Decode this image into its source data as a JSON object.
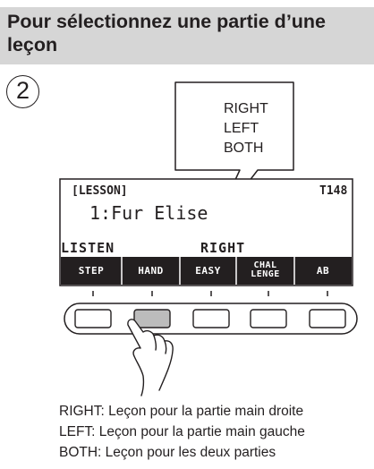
{
  "header": {
    "title": "Pour sélectionnez une partie d’une leçon"
  },
  "step": {
    "number": "2"
  },
  "callout": {
    "lines": [
      "RIGHT",
      "LEFT",
      "BOTH"
    ]
  },
  "lcd": {
    "mode": "[LESSON]",
    "tempo": "T148",
    "song": "1:Fur Elise",
    "left_status": "LISTEN",
    "part_value": "RIGHT",
    "softkeys": [
      {
        "label": "STEP"
      },
      {
        "label": "HAND"
      },
      {
        "label": "EASY"
      },
      {
        "label": "CHAL\nLENGE"
      },
      {
        "label": "AB"
      }
    ]
  },
  "buttons": {
    "count": 5,
    "pressed_index": 1
  },
  "descriptions": [
    "RIGHT: Leçon pour la partie main droite",
    "LEFT: Leçon pour la partie main gauche",
    "BOTH: Leçon pour les deux parties"
  ],
  "colors": {
    "header_bg": "#d6d6d6",
    "ink": "#231f20",
    "softkey_bar": "#231f20",
    "pressed_button": "#bcbcbc"
  }
}
